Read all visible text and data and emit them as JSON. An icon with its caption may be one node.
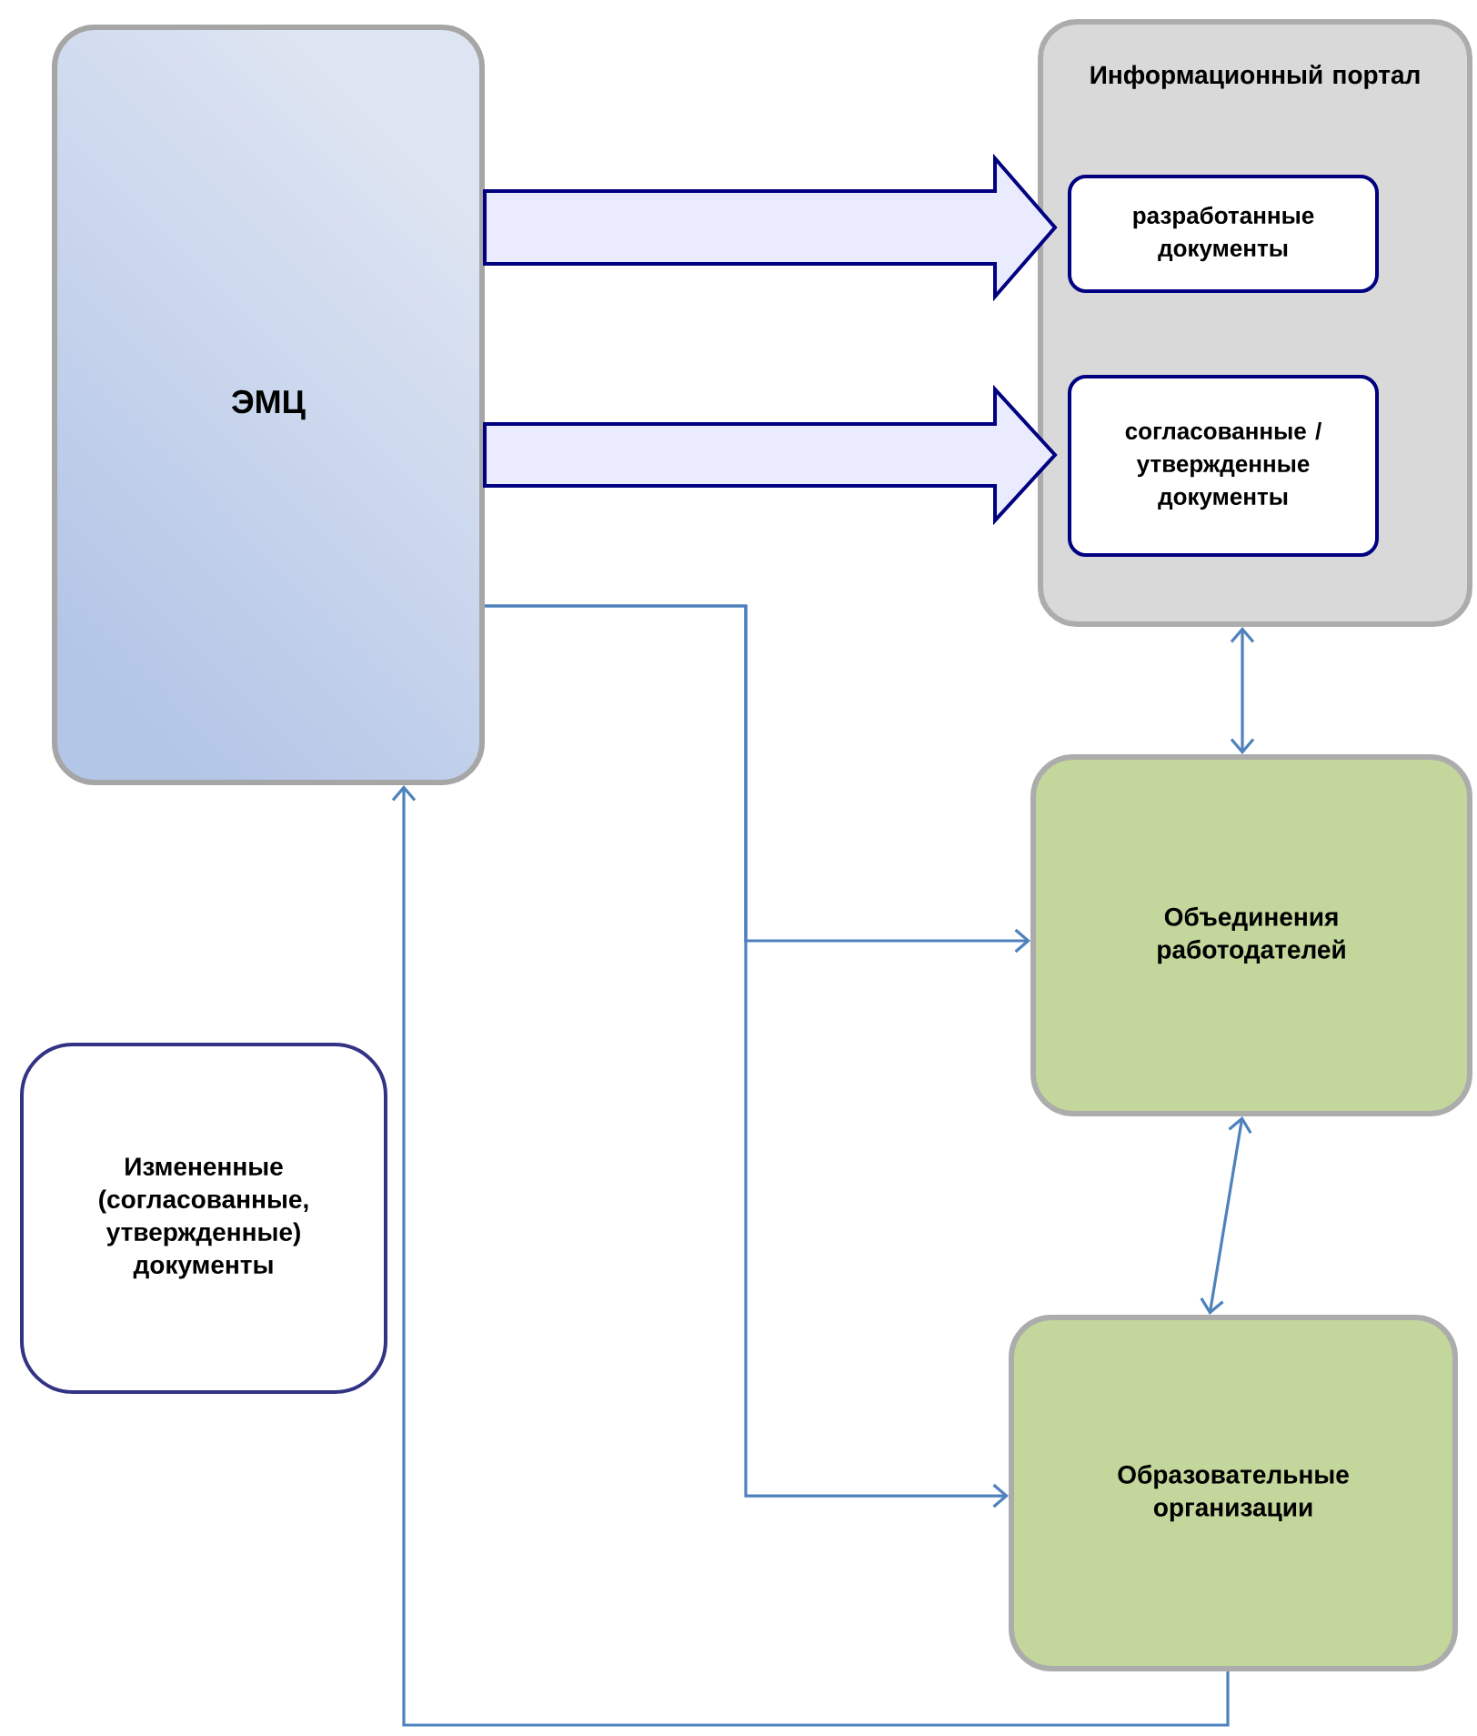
{
  "diagram": {
    "nodes": [
      {
        "text": [
          "ЭМЦ"
        ]
      },
      {
        "text": [
          "Информационный портал"
        ]
      },
      {
        "text": [
          "разработанные документы"
        ],
        "in": 1
      },
      {
        "text": [
          "согласованные / утвержденные документы"
        ],
        "in": 1
      },
      {
        "text": [
          "Объединения работодателей"
        ]
      },
      {
        "text": [
          "Образовательные организации"
        ]
      },
      {
        "text": [
          "Измененные (согласованные, утвержденные) документы"
        ]
      }
    ],
    "edges": [
      {
        "from": 0,
        "to": 2,
        "arrow": "to",
        "style": "thick"
      },
      {
        "from": 0,
        "to": 3,
        "arrow": "to",
        "style": "thick"
      },
      {
        "from": 0,
        "to": 4,
        "arrow": "to"
      },
      {
        "from": 0,
        "to": 5,
        "arrow": "to"
      },
      {
        "from": 1,
        "to": 4,
        "arrow": "both"
      },
      {
        "from": 4,
        "to": 5,
        "arrow": "both"
      },
      {
        "from": 5,
        "to": 0,
        "arrow": "to"
      }
    ]
  }
}
